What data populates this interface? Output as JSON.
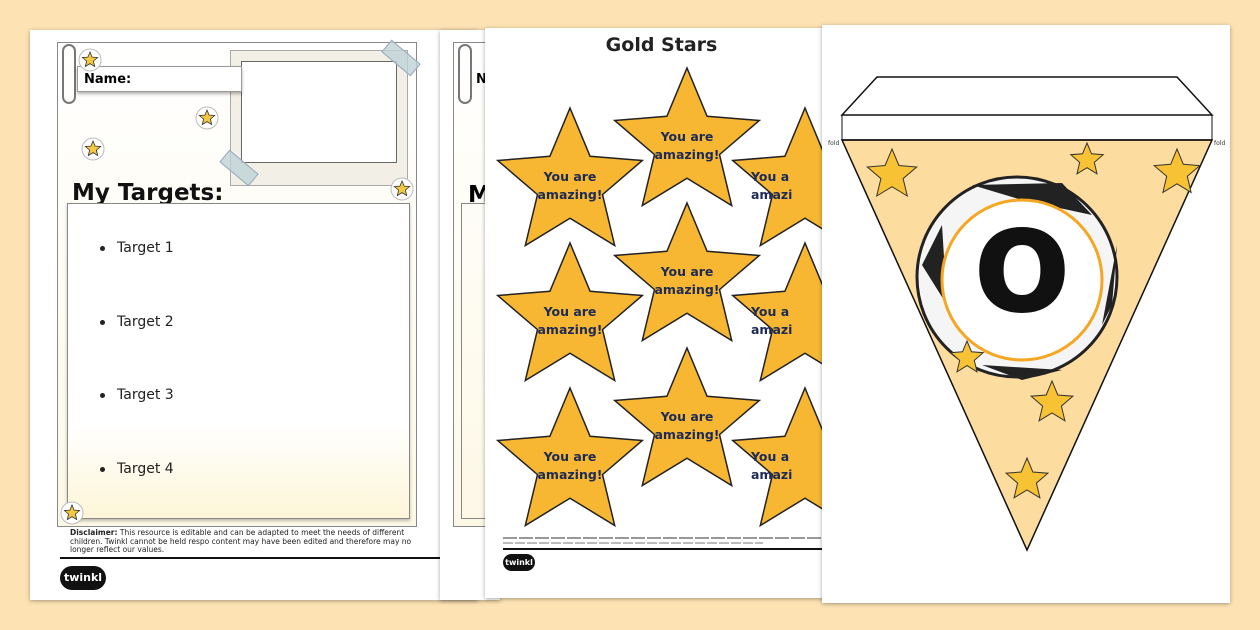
{
  "targets_sheet": {
    "name_label": "Name:",
    "heading": "My Targets:",
    "targets": [
      "Target 1",
      "Target 2",
      "Target 3",
      "Target 4"
    ],
    "disclaimer_bold": "Disclaimer:",
    "disclaimer_line1": " This resource is editable and can be adapted to meet the needs of different children. Twinkl cannot be held respo",
    "disclaimer_line2": "content may have been edited and therefore may no longer reflect our values.",
    "logo": "twinkl"
  },
  "second_sheet": {
    "name_label_partial": "N",
    "heading_partial": "M"
  },
  "gold_stars": {
    "title": "Gold Stars",
    "star_text": "You are amazing!",
    "star_text_partial": "You a amazi",
    "logo": "twinkl"
  },
  "bunting": {
    "letter": "O",
    "fold_label": "fold"
  },
  "colors": {
    "background": "#fde3b3",
    "star": "#f7b733",
    "bunting": "#fddca0",
    "ring": "#f5a623"
  }
}
